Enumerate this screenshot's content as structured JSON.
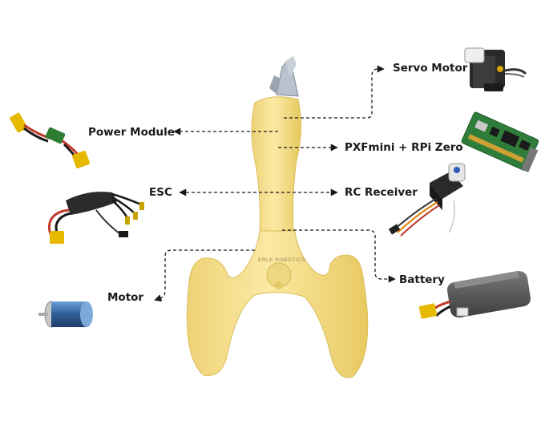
{
  "labels": {
    "servo_motor": "Servo Motor",
    "power_module": "Power Module",
    "pxf": "PXFmini + RPi Zero",
    "esc": "ESC",
    "rc_receiver": "RC Receiver",
    "battery": "Battery",
    "motor": "Motor"
  },
  "robot_branding": "ERLE ROBOTICS",
  "colors": {
    "body": "#f7e18e",
    "body_shade": "#e5c862",
    "connector": "#222222",
    "pcb": "#2e7d32",
    "battery": "#5f5f5f",
    "xt60": "#e6b800",
    "motor_blue": "#3b6fa8"
  }
}
